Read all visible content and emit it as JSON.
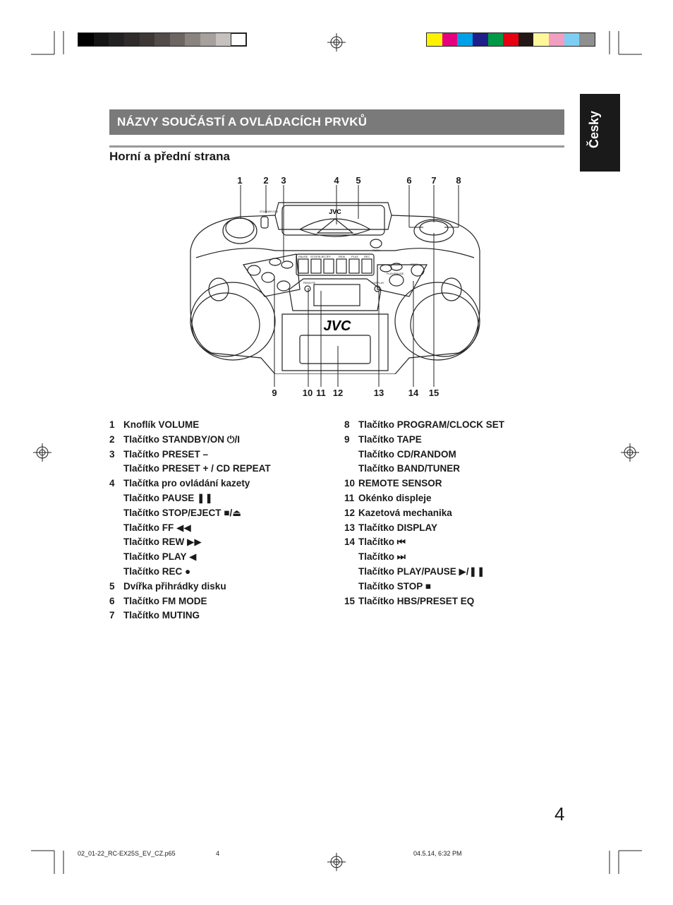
{
  "colors": {
    "grayscale_bar": [
      "#000000",
      "#141414",
      "#222222",
      "#2f2b2a",
      "#3d3836",
      "#524b49",
      "#6d6562",
      "#8a8380",
      "#a6a09e",
      "#c6c0be",
      "#ffffff"
    ],
    "color_bar": [
      "#fff200",
      "#e6007e",
      "#00a0e9",
      "#1d2088",
      "#009944",
      "#e60012",
      "#231815",
      "#fff799",
      "#f19ec2",
      "#7ecef4",
      "#8f8f8f"
    ],
    "header_band": "#7a7a7a",
    "lang_tab": "#1a1a1a"
  },
  "header": {
    "title": "NÁZVY SOUČÁSTÍ A OVLÁDACÍCH PRVKŮ",
    "subtitle": "Horní a přední strana",
    "language_tab": "Česky"
  },
  "diagram": {
    "device_brand": "JVC",
    "panel_labels": {
      "standby": "STANDBY/ON",
      "pause": "PAUSE",
      "stop_eject": "STOP/EJECT",
      "ff": "FF",
      "rew": "REW",
      "play": "PLAY",
      "rec": "REC",
      "push": "PUSH",
      "display": "DISPLAY",
      "remote": "REMOTE",
      "play_pause": "PLAY/PAUSE",
      "stop": "STOP"
    },
    "top_callouts": [
      "1",
      "2",
      "3",
      "4",
      "5",
      "6",
      "7",
      "8"
    ],
    "bottom_callouts": [
      "9",
      "10",
      "11",
      "12",
      "13",
      "14",
      "15"
    ]
  },
  "parts_left": [
    {
      "num": "1",
      "lines": [
        "Knoflík VOLUME"
      ]
    },
    {
      "num": "2",
      "lines": [
        "Tlačítko STANDBY/ON ⏻/I"
      ]
    },
    {
      "num": "3",
      "lines": [
        "Tlačítko PRESET –",
        "Tlačítko PRESET + / CD REPEAT"
      ]
    },
    {
      "num": "4",
      "lines": [
        "Tlačítka pro ovládání kazety",
        "Tlačítko PAUSE ❚❚",
        "Tlačítko STOP/EJECT ■/⏏",
        "Tlačítko FF ◀◀",
        "Tlačítko REW ▶▶",
        "Tlačítko PLAY ◀",
        "Tlačítko REC ●"
      ]
    },
    {
      "num": "5",
      "lines": [
        "Dvířka přihrádky disku"
      ]
    },
    {
      "num": "6",
      "lines": [
        "Tlačítko FM MODE"
      ]
    },
    {
      "num": "7",
      "lines": [
        "Tlačítko MUTING"
      ]
    }
  ],
  "parts_right": [
    {
      "num": "8",
      "lines": [
        "Tlačítko PROGRAM/CLOCK SET"
      ]
    },
    {
      "num": "9",
      "lines": [
        "Tlačítko TAPE",
        "Tlačítko CD/RANDOM",
        "Tlačítko BAND/TUNER"
      ]
    },
    {
      "num": "10",
      "lines": [
        "REMOTE SENSOR"
      ]
    },
    {
      "num": "11",
      "lines": [
        "Okénko displeje"
      ]
    },
    {
      "num": "12",
      "lines": [
        "Kazetová mechanika"
      ]
    },
    {
      "num": "13",
      "lines": [
        "Tlačítko DISPLAY"
      ]
    },
    {
      "num": "14",
      "lines": [
        "Tlačítko ⏮",
        "Tlačítko ⏭",
        "Tlačítko PLAY/PAUSE ▶/❚❚",
        "Tlačítko STOP ■"
      ]
    },
    {
      "num": "15",
      "lines": [
        "Tlačítko HBS/PRESET EQ"
      ]
    }
  ],
  "page_number": "4",
  "footer": {
    "file": "02_01-22_RC-EX25S_EV_CZ.p65",
    "page": "4",
    "date": "04.5.14, 6:32 PM"
  }
}
